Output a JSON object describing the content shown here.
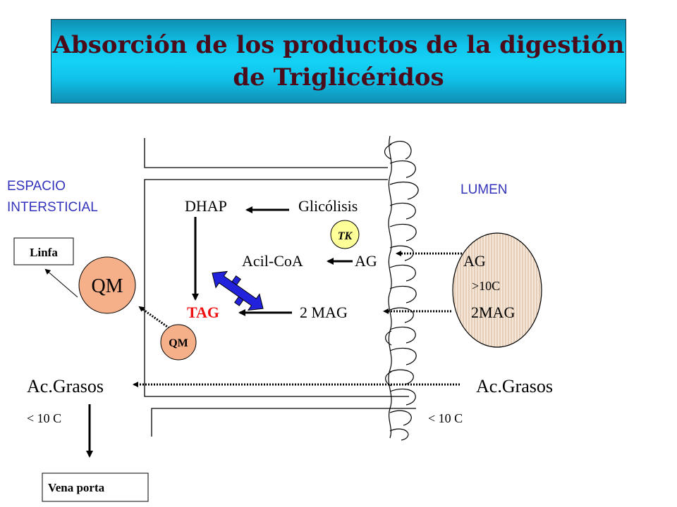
{
  "title": {
    "line1": "Absorción de los productos de la digestión",
    "line2": "de  Triglicéridos"
  },
  "labels": {
    "espacio_line1": "ESPACIO",
    "espacio_line2": "INTERSTICIAL",
    "lumen": "LUMEN",
    "dhap": "DHAP",
    "glicolisis": "Glicólisis",
    "tk": "TK",
    "acil_coa": "Acil-CoA",
    "ag_cell": "AG",
    "ag_lumen": "AG",
    "gt10c": ">10C",
    "tag": "TAG",
    "mag_cell": "2 MAG",
    "mag_lumen": "2MAG",
    "qm_large": "QM",
    "qm_small": "QM",
    "linfa": "Linfa",
    "ac_grasos_left": "Ac.Grasos",
    "ac_grasos_right": "Ac.Grasos",
    "lt10c_left": "< 10 C",
    "lt10c_right": "< 10 C",
    "vena_porta": "Vena porta"
  },
  "colors": {
    "label_blue": "#3333bb",
    "tag_red": "#ee1111",
    "tk_yellow": "#ffff99",
    "qm_fill": "#f5b08a",
    "lumen_fill": "#f2ddc8",
    "enzyme_blue": "#2222dd",
    "title_text": "#4a0b1a"
  }
}
